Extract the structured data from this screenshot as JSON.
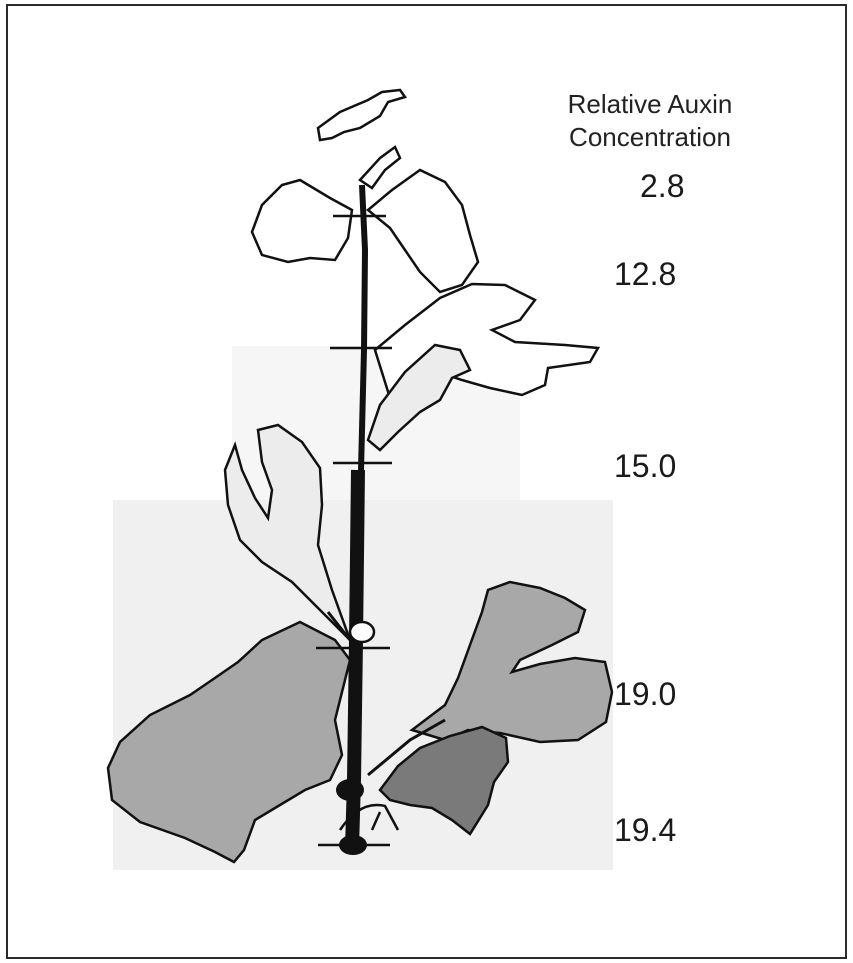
{
  "title_line1": "Relative Auxin",
  "title_line2": "Concentration",
  "concentrations": [
    "2.8",
    "12.8",
    "15.0",
    "19.0",
    "19.4"
  ],
  "colors": {
    "zone_light": "#f6f6f6",
    "zone_mid": "#f0f0f0",
    "leaf_pale": "#ececec",
    "leaf_grey": "#a8a8a8",
    "leaf_dark": "#7a7a7a",
    "outline": "#111111"
  }
}
